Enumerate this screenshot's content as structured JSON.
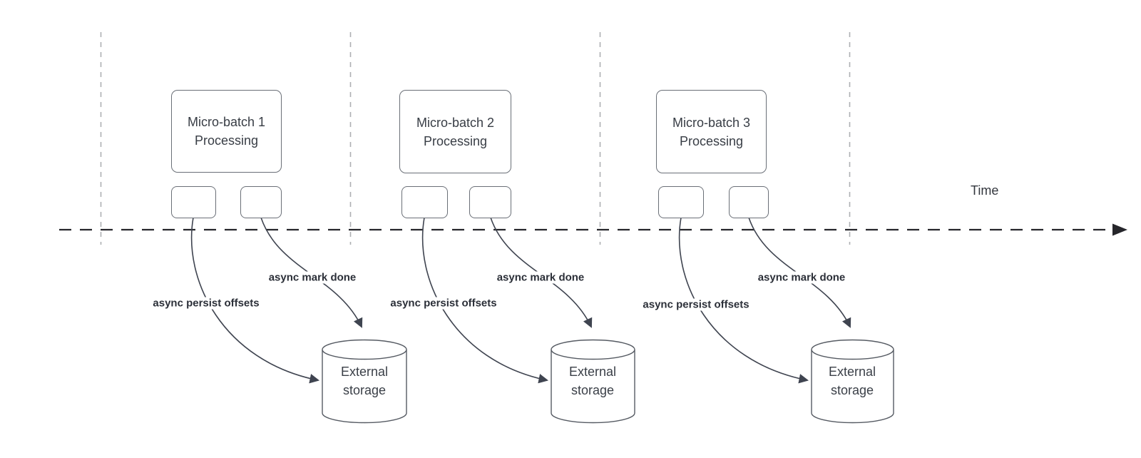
{
  "timeline": {
    "label": "Time"
  },
  "groups": [
    {
      "box_line1": "Micro-batch 1",
      "box_line2": "Processing",
      "persist_label": "async persist offsets",
      "markdone_label": "async mark done",
      "storage_line1": "External",
      "storage_line2": "storage"
    },
    {
      "box_line1": "Micro-batch 2",
      "box_line2": "Processing",
      "persist_label": "async persist offsets",
      "markdone_label": "async mark done",
      "storage_line1": "External",
      "storage_line2": "storage"
    },
    {
      "box_line1": "Micro-batch 3",
      "box_line2": "Processing",
      "persist_label": "async persist offsets",
      "markdone_label": "async mark done",
      "storage_line1": "External",
      "storage_line2": "storage"
    }
  ],
  "colors": {
    "axis": "#26262b",
    "gridline": "#aeb0b3",
    "arrow": "#3f4450",
    "shape_border": "#6a6f77",
    "text": "#383d45"
  }
}
